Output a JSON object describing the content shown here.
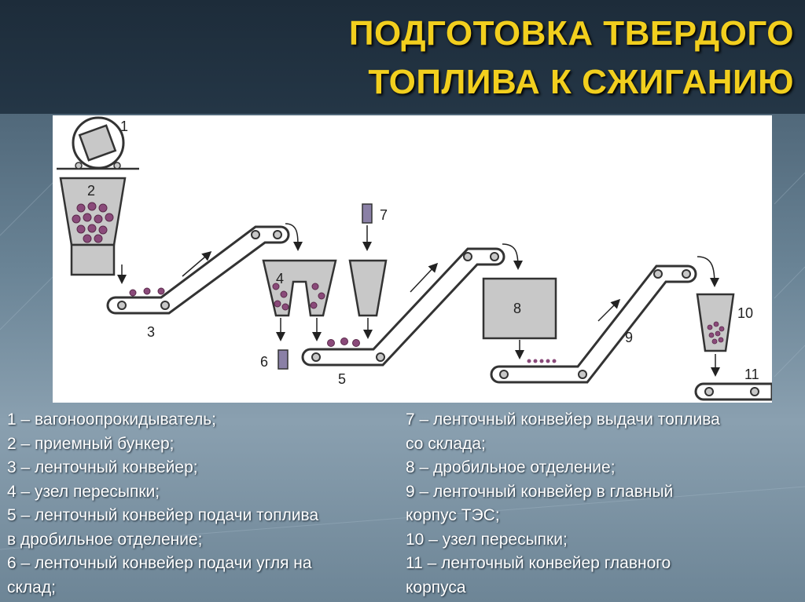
{
  "title": {
    "line1": "ПОДГОТОВКА ТВЕРДОГО",
    "line2": "ТОПЛИВА К СЖИГАНИЮ"
  },
  "diagram": {
    "labels": [
      "1",
      "2",
      "3",
      "4",
      "5",
      "6",
      "7",
      "8",
      "9",
      "10",
      "11"
    ]
  },
  "legend": {
    "left": [
      "1 – вагоноопрокидыватель;",
      "2 – приемный бункер;",
      "3 – ленточный конвейер;",
      "4 – узел пересыпки;",
      "5 – ленточный конвейер подачи топлива",
      "в дробильное отделение;",
      "6 – ленточный конвейер подачи угля на",
      "склад;"
    ],
    "right": [
      "7 – ленточный конвейер выдачи топлива",
      "со склада;",
      "8 – дробильное отделение;",
      "9 – ленточный конвейер в главный",
      "корпус ТЭС;",
      "10 – узел пересыпки;",
      "11 – ленточный конвейер главного",
      "корпуса"
    ]
  },
  "colors": {
    "title": "#f2cf1e",
    "header": "#1d2c3a",
    "equipment_fill": "#c8c8c8",
    "coal": "#8a4a7a",
    "text": "#ffffff"
  }
}
